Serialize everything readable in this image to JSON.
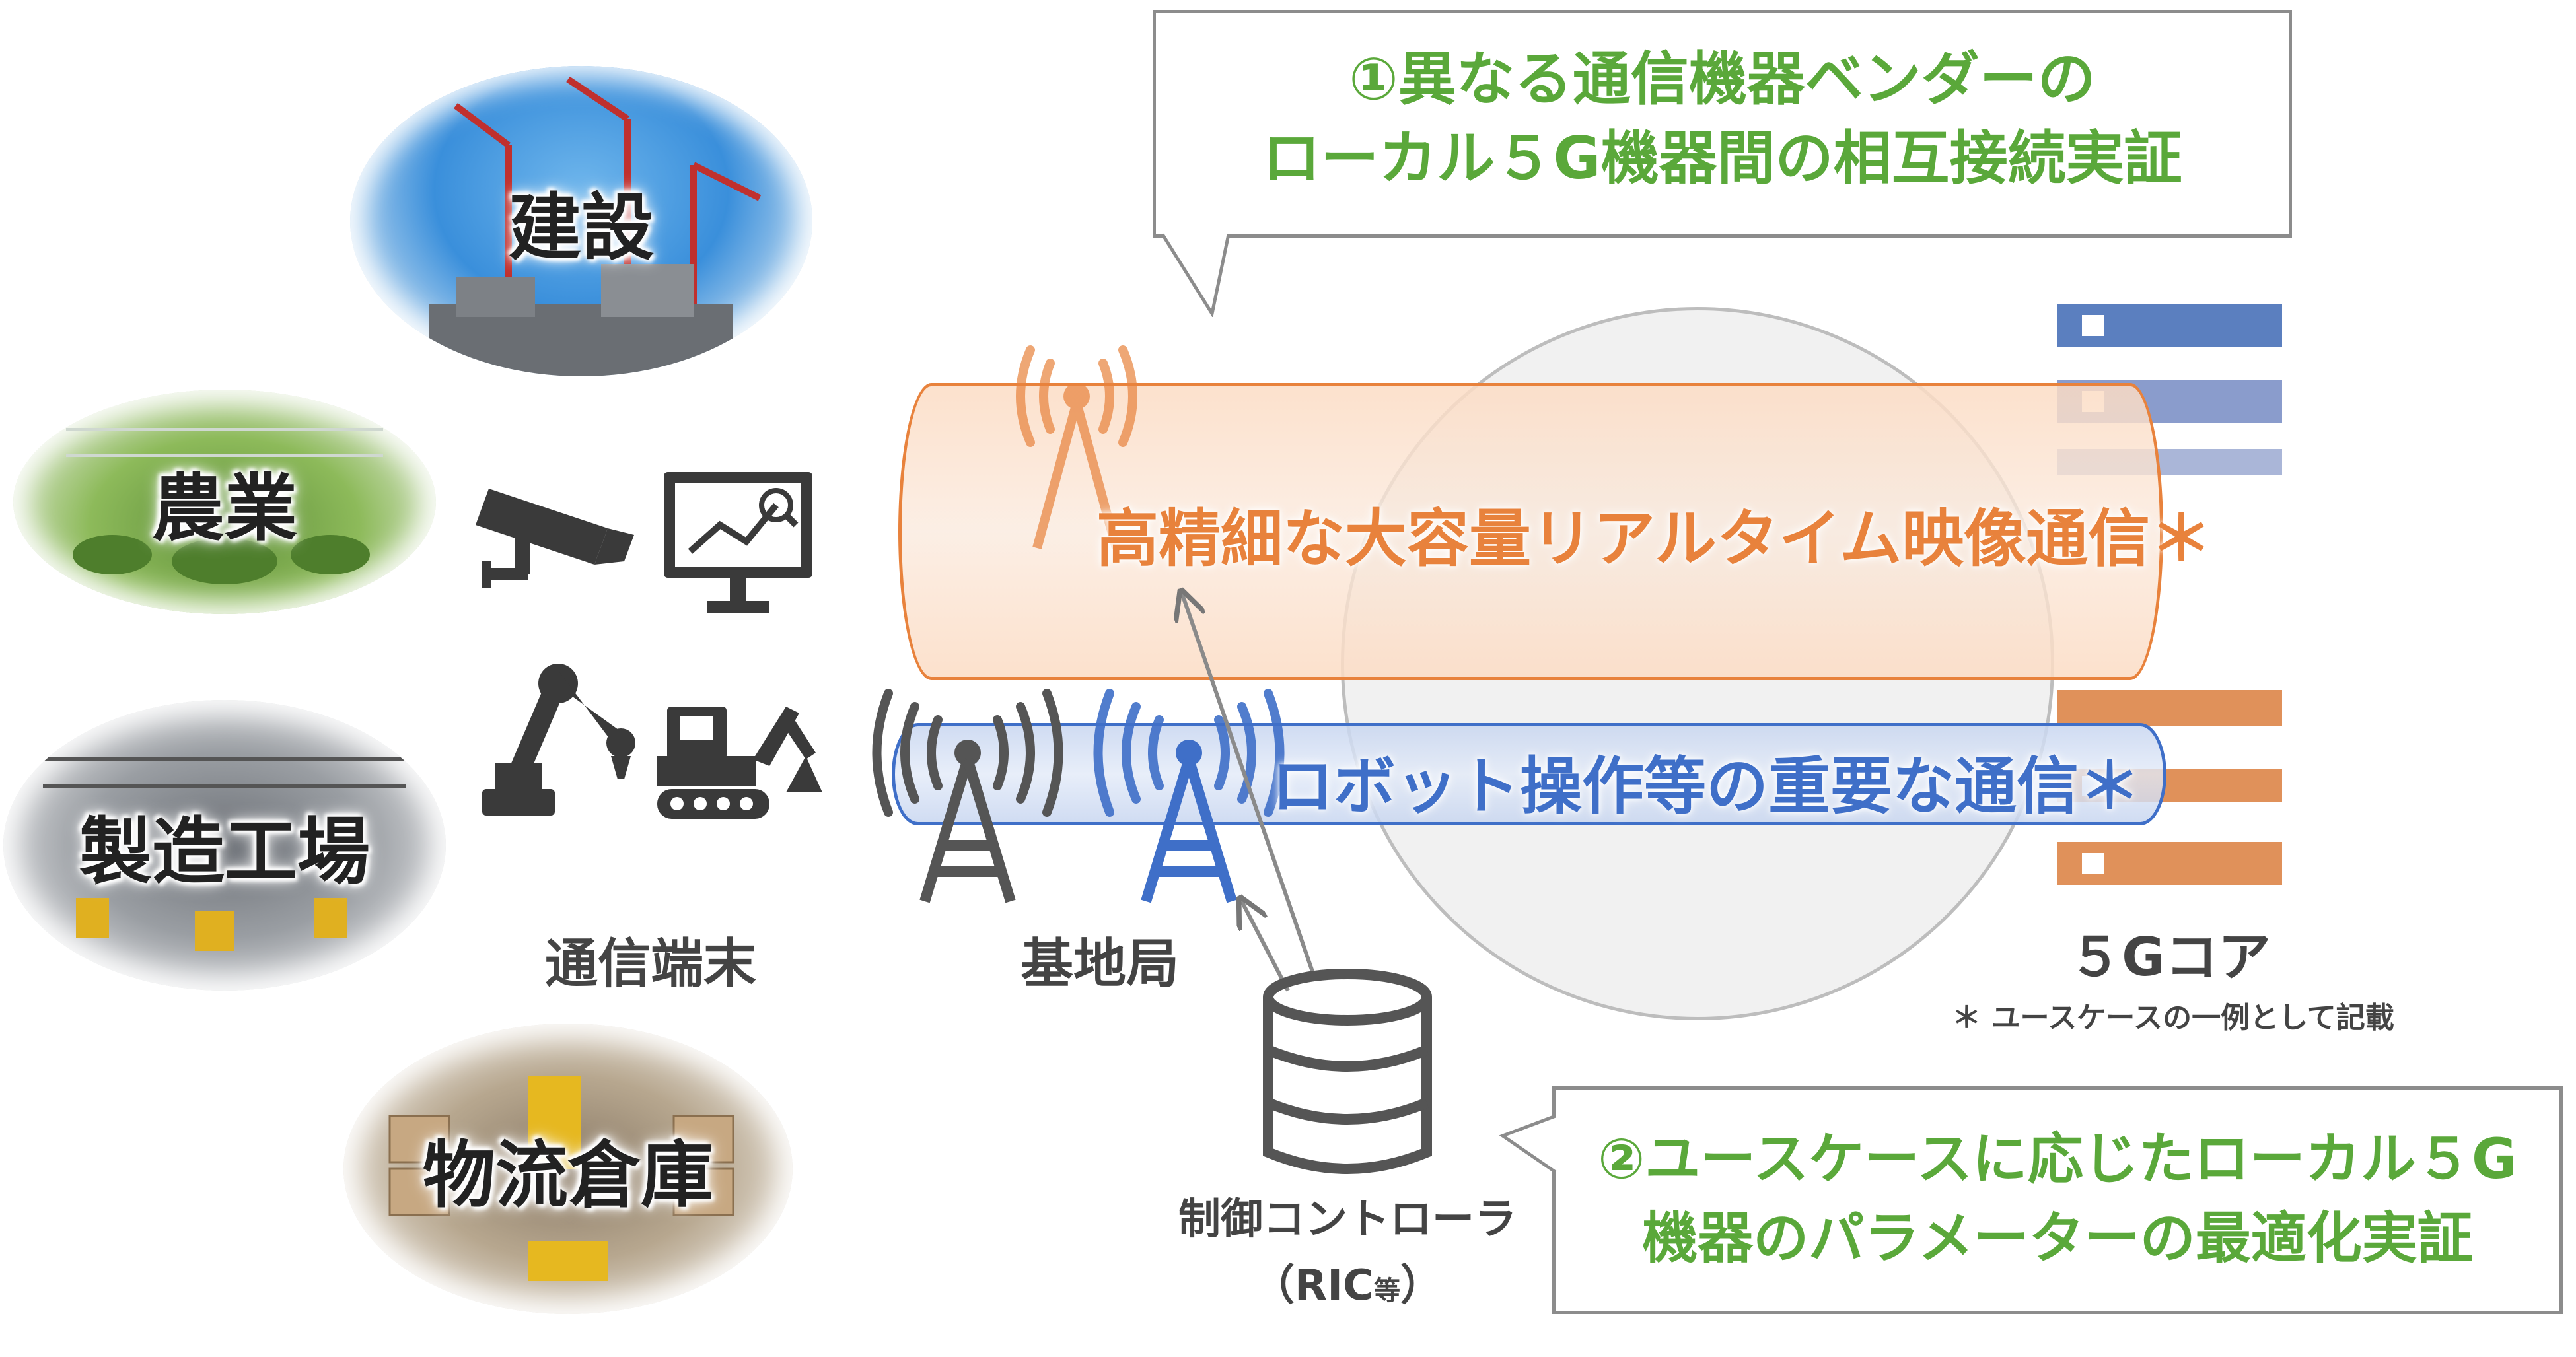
{
  "industries": {
    "construction": "建設",
    "agriculture": "農業",
    "factory": "製造工場",
    "logistics": "物流倉庫"
  },
  "labels": {
    "terminal": "通信端末",
    "base_station": "基地局",
    "core": "５Gコア",
    "footnote": "＊ ユースケースの一例として記載",
    "controller_line1": "制御コントローラ",
    "controller_line2_main": "（RIC",
    "controller_line2_small": "等",
    "controller_line2_end": "）"
  },
  "pipes": {
    "video": "高精細な大容量リアルタイム映像通信＊",
    "robot": "ロボット操作等の重要な通信＊"
  },
  "callouts": {
    "c1_line1": "①異なる通信機器ベンダーの",
    "c1_line2": "ローカル５G機器間の相互接続実証",
    "c2_line1": "②ユースケースに応じたローカル５G",
    "c2_line2": "機器のパラメーターの最適化実証"
  },
  "colors": {
    "orange": "#e8823c",
    "blue": "#3f6fc8",
    "green": "#5aa83a",
    "gray": "#555555"
  }
}
